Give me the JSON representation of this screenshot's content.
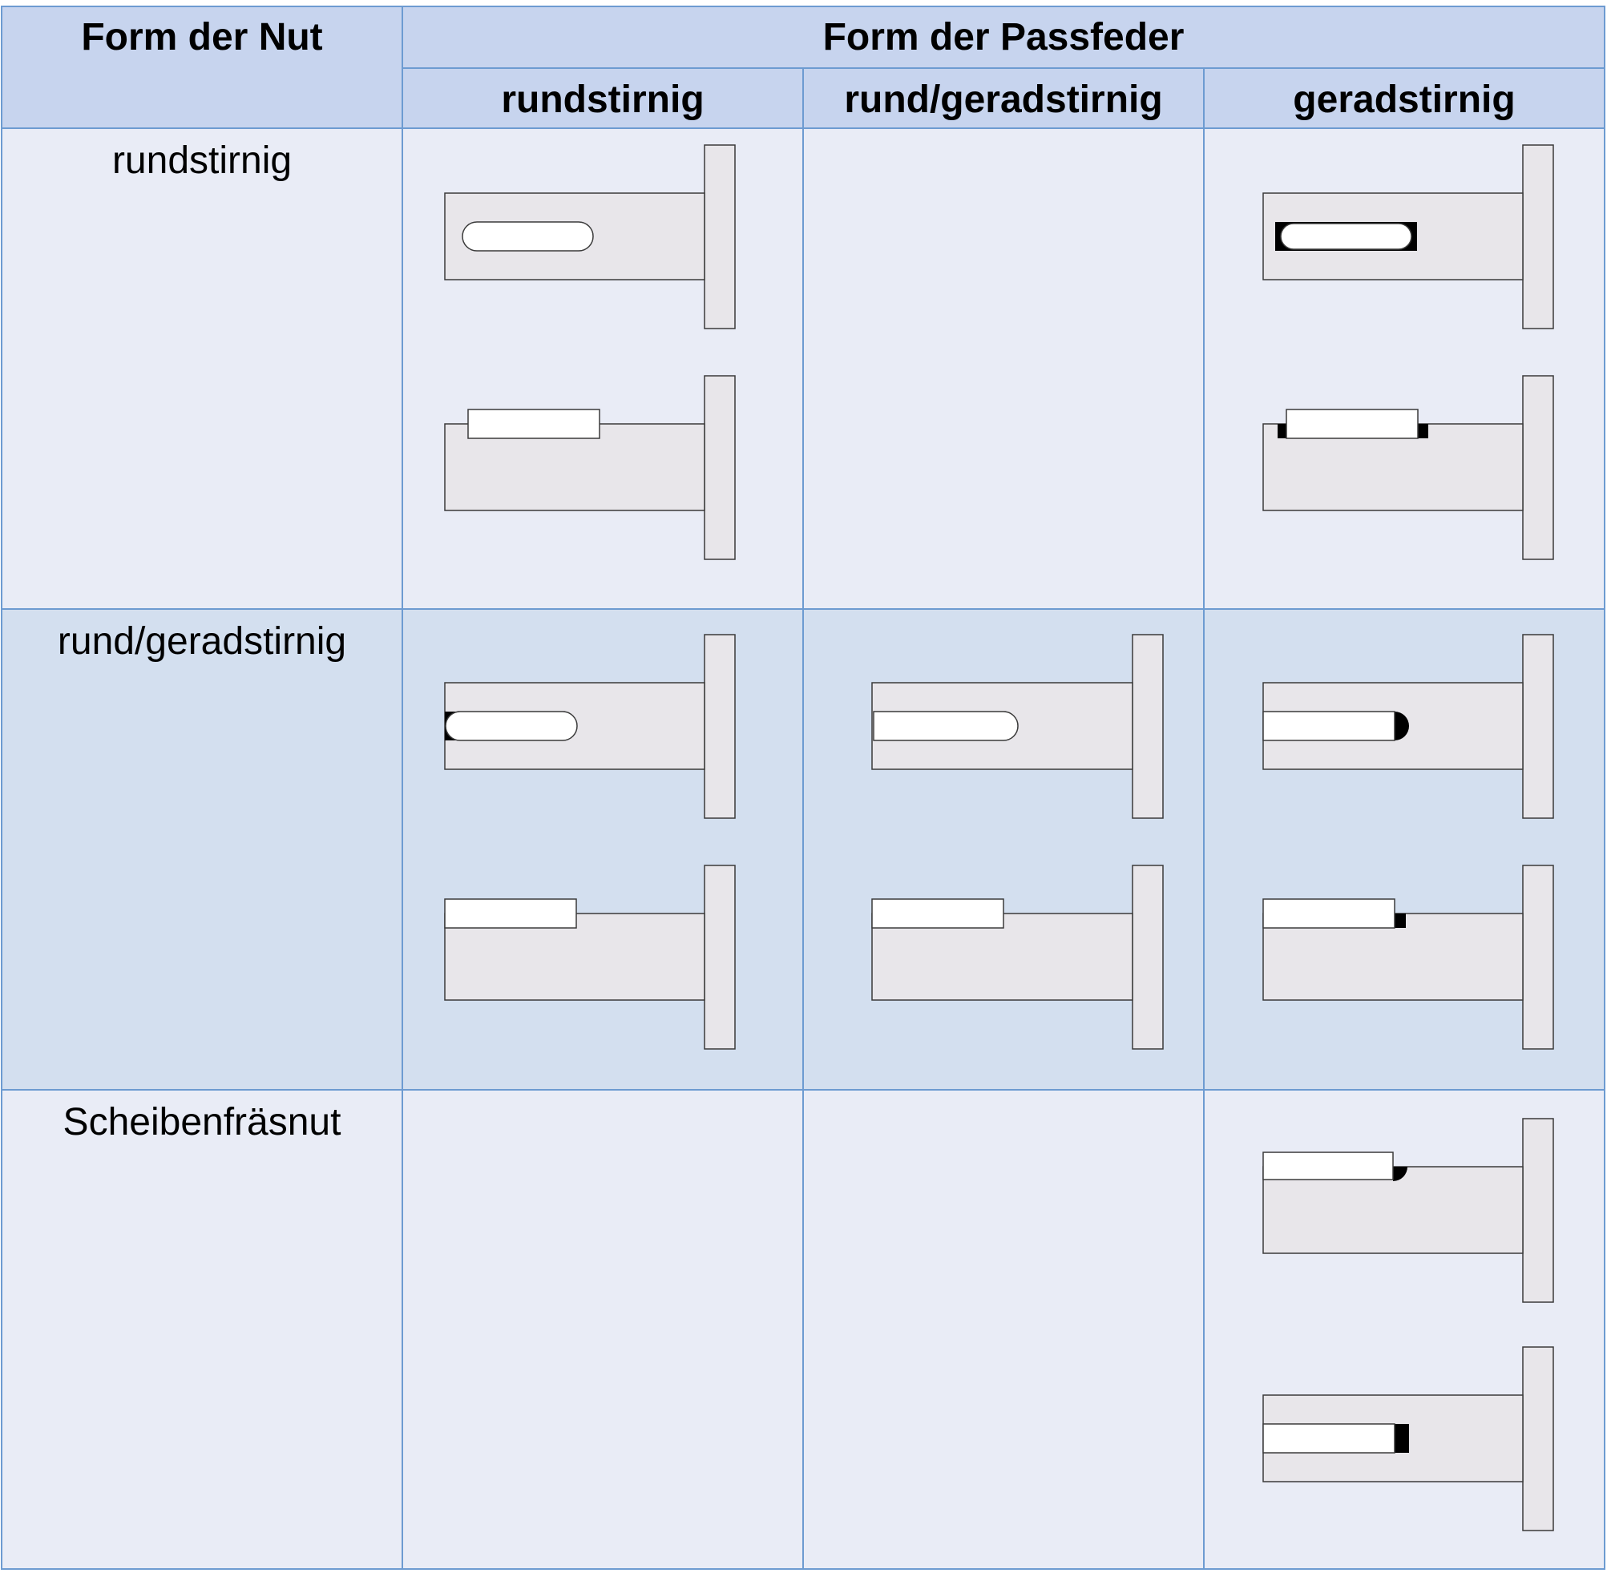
{
  "table": {
    "corner_header": "Form der Nut",
    "group_header": "Form der Passfeder",
    "column_headers": [
      "rundstirnig",
      "rund/geradstirnig",
      "geradstirnig"
    ],
    "row_headers": [
      "rundstirnig",
      "rund/geradstirnig",
      "Scheibenfräsnut"
    ]
  },
  "colors": {
    "header_bg": "#c7d4ee",
    "row_bg_light": "#e9ecf6",
    "row_bg_mid": "#d3dfef",
    "grid_line": "#6d9bd1",
    "part_fill": "#e8e6ea",
    "key_fill": "#ffffff",
    "gap_fill": "#000000"
  },
  "cells": [
    {
      "row": 0,
      "col": 0,
      "has_figure": true,
      "variant": "round-in-round"
    },
    {
      "row": 0,
      "col": 1,
      "has_figure": false
    },
    {
      "row": 0,
      "col": 2,
      "has_figure": true,
      "variant": "straight-in-round"
    },
    {
      "row": 1,
      "col": 0,
      "has_figure": true,
      "variant": "round-in-halfround"
    },
    {
      "row": 1,
      "col": 1,
      "has_figure": true,
      "variant": "halfround-in-halfround"
    },
    {
      "row": 1,
      "col": 2,
      "has_figure": true,
      "variant": "straight-in-halfround"
    },
    {
      "row": 2,
      "col": 0,
      "has_figure": false
    },
    {
      "row": 2,
      "col": 1,
      "has_figure": false
    },
    {
      "row": 2,
      "col": 2,
      "has_figure": true,
      "variant": "straight-in-disc-slot"
    }
  ]
}
